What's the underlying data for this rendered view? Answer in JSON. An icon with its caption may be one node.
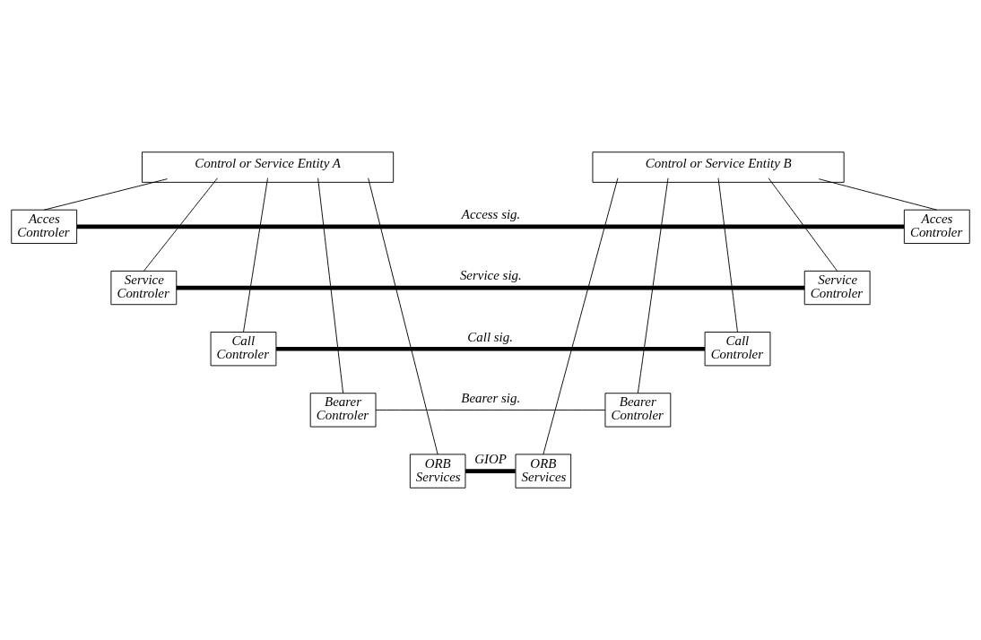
{
  "diagram": {
    "nodes": [
      {
        "text": [
          "Control or Service Entity A"
        ]
      },
      {
        "text": [
          "Control or Service Entity B"
        ]
      },
      {
        "text": [
          "Acces Controler"
        ]
      },
      {
        "text": [
          "Service Controler"
        ]
      },
      {
        "text": [
          "Call Controler"
        ]
      },
      {
        "text": [
          "Bearer Controler"
        ]
      },
      {
        "text": [
          "ORB Services"
        ]
      },
      {
        "text": [
          "Acces Controler"
        ]
      },
      {
        "text": [
          "Service Controler"
        ]
      },
      {
        "text": [
          "Call Controler"
        ]
      },
      {
        "text": [
          "Bearer Controler"
        ]
      },
      {
        "text": [
          "ORB Services"
        ]
      }
    ],
    "edges": [
      {
        "from": 0,
        "to": 2,
        "arrow": "none"
      },
      {
        "from": 0,
        "to": 3,
        "arrow": "none"
      },
      {
        "from": 0,
        "to": 4,
        "arrow": "none"
      },
      {
        "from": 0,
        "to": 5,
        "arrow": "none"
      },
      {
        "from": 0,
        "to": 6,
        "arrow": "none"
      },
      {
        "from": 1,
        "to": 7,
        "arrow": "none"
      },
      {
        "from": 1,
        "to": 8,
        "arrow": "none"
      },
      {
        "from": 1,
        "to": 9,
        "arrow": "none"
      },
      {
        "from": 1,
        "to": 10,
        "arrow": "none"
      },
      {
        "from": 1,
        "to": 11,
        "arrow": "none"
      },
      {
        "from": 2,
        "to": 7,
        "arrow": "none",
        "label": "Access sig.",
        "style": "thick"
      },
      {
        "from": 3,
        "to": 8,
        "arrow": "none",
        "label": "Service sig.",
        "style": "thick"
      },
      {
        "from": 4,
        "to": 9,
        "arrow": "none",
        "label": "Call sig.",
        "style": "thick"
      },
      {
        "from": 5,
        "to": 10,
        "arrow": "none",
        "label": "Bearer sig."
      },
      {
        "from": 6,
        "to": 11,
        "arrow": "none",
        "label": "GIOP",
        "style": "thick"
      }
    ]
  }
}
